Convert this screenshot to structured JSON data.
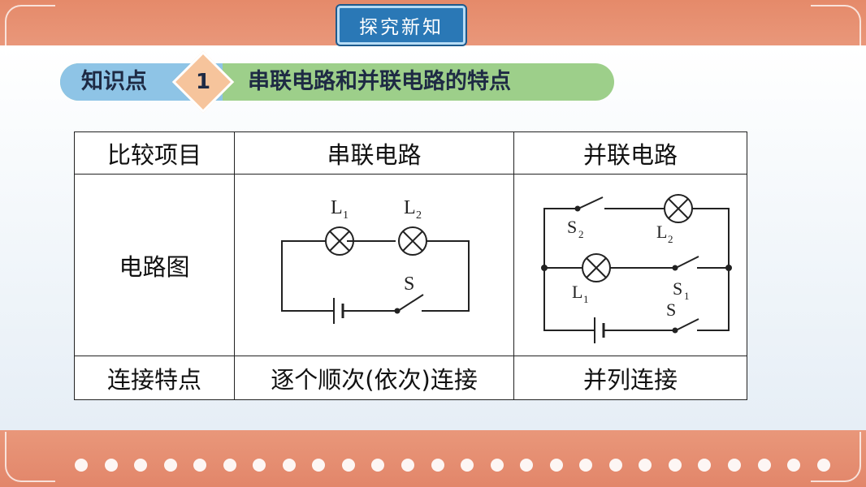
{
  "section_badge": "探究新知",
  "knowledge_point": {
    "label": "知识点",
    "number": "1",
    "title": "串联电路和并联电路的特点"
  },
  "table": {
    "headers": [
      "比较项目",
      "串联电路",
      "并联电路"
    ],
    "rows": [
      {
        "label": "电路图"
      },
      {
        "label": "连接特点",
        "series": "逐个顺次(依次)连接",
        "parallel": "并列连接"
      }
    ]
  },
  "series_diagram": {
    "lamp1": "L",
    "lamp1_sub": "1",
    "lamp2": "L",
    "lamp2_sub": "2",
    "switch": "S"
  },
  "parallel_diagram": {
    "switch2": "S",
    "switch2_sub": "2",
    "lamp2": "L",
    "lamp2_sub": "2",
    "lamp1": "L",
    "lamp1_sub": "1",
    "switch1": "S",
    "switch1_sub": "1",
    "switch": "S"
  },
  "colors": {
    "band": "#e58a6a",
    "badge": "#2a78b6",
    "kp_left": "#8ec4e6",
    "kp_right": "#9dcf8a",
    "kp_diamond": "#f6c49c"
  }
}
